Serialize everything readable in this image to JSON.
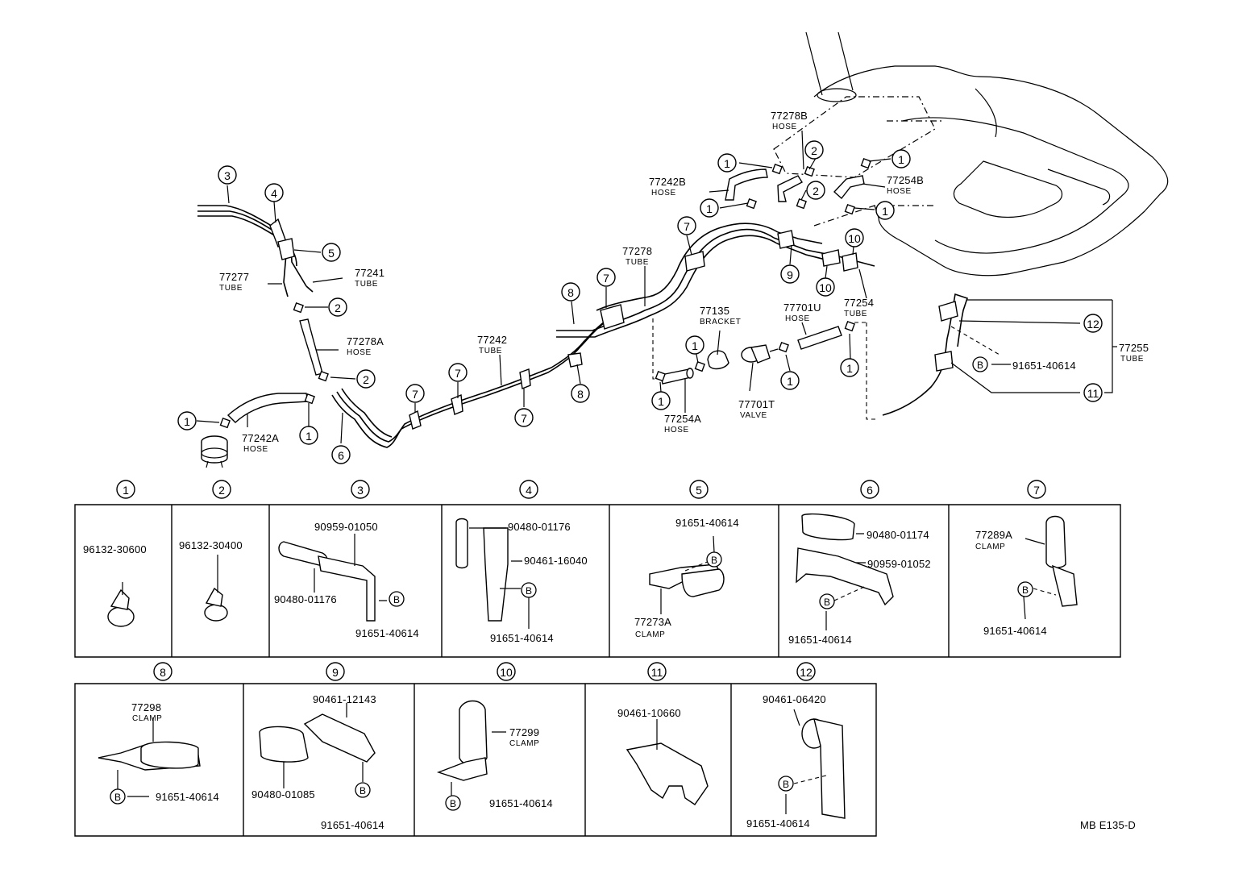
{
  "diagram_code": "MB E135-D",
  "callout_numbers": [
    "1",
    "2",
    "3",
    "4",
    "5",
    "6",
    "7",
    "8",
    "9",
    "10",
    "11",
    "12"
  ],
  "bolt_symbol": "B",
  "main_parts": [
    {
      "num": "77278B",
      "desc": "HOSE"
    },
    {
      "num": "77242B",
      "desc": "HOSE"
    },
    {
      "num": "77254B",
      "desc": "HOSE"
    },
    {
      "num": "77278",
      "desc": "TUBE"
    },
    {
      "num": "77277",
      "desc": "TUBE"
    },
    {
      "num": "77241",
      "desc": "TUBE"
    },
    {
      "num": "77278A",
      "desc": "HOSE"
    },
    {
      "num": "77242",
      "desc": "TUBE"
    },
    {
      "num": "77242A",
      "desc": "HOSE"
    },
    {
      "num": "77135",
      "desc": "BRACKET"
    },
    {
      "num": "77701U",
      "desc": "HOSE"
    },
    {
      "num": "77254",
      "desc": "TUBE"
    },
    {
      "num": "77254A",
      "desc": "HOSE"
    },
    {
      "num": "77701T",
      "desc": "VALVE"
    },
    {
      "num": "77255",
      "desc": "TUBE"
    },
    {
      "num": "91651-40614",
      "desc": ""
    }
  ],
  "detail_boxes": [
    {
      "callout": "1",
      "labels": [
        "96132-30600"
      ]
    },
    {
      "callout": "2",
      "labels": [
        "96132-30400"
      ]
    },
    {
      "callout": "3",
      "labels": [
        "90959-01050",
        "90480-01176",
        "91651-40614"
      ]
    },
    {
      "callout": "4",
      "labels": [
        "90480-01176",
        "90461-16040",
        "91651-40614"
      ]
    },
    {
      "callout": "5",
      "labels": [
        "91651-40614",
        "77273A",
        "CLAMP"
      ]
    },
    {
      "callout": "6",
      "labels": [
        "90480-01174",
        "90959-01052",
        "91651-40614"
      ]
    },
    {
      "callout": "7",
      "labels": [
        "77289A",
        "CLAMP",
        "91651-40614"
      ]
    },
    {
      "callout": "8",
      "labels": [
        "77298",
        "CLAMP",
        "91651-40614"
      ]
    },
    {
      "callout": "9",
      "labels": [
        "90461-12143",
        "90480-01085",
        "91651-40614"
      ]
    },
    {
      "callout": "10",
      "labels": [
        "77299",
        "CLAMP",
        "91651-40614"
      ]
    },
    {
      "callout": "11",
      "labels": [
        "90461-10660"
      ]
    },
    {
      "callout": "12",
      "labels": [
        "90461-06420",
        "91651-40614"
      ]
    }
  ]
}
